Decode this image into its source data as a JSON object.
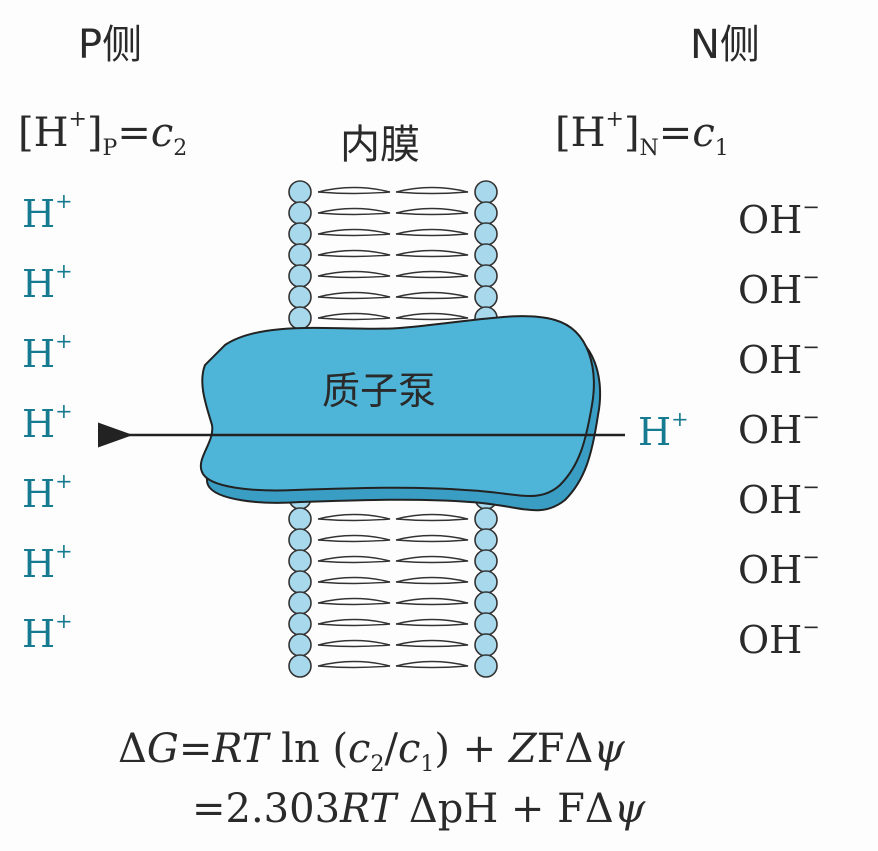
{
  "labels": {
    "p_side": "P侧",
    "n_side": "N侧",
    "membrane": "内膜",
    "pump": "质子泵"
  },
  "concentrations": {
    "p": {
      "bracket_open": "[H",
      "charge": "+",
      "bracket_close": "]",
      "sub": "P",
      "eq": "=",
      "var": "c",
      "var_sub": "2"
    },
    "n": {
      "bracket_open": "[H",
      "charge": "+",
      "bracket_close": "]",
      "sub": "N",
      "eq": "=",
      "var": "c",
      "var_sub": "1"
    }
  },
  "ions": {
    "left_h": [
      "H",
      "H",
      "H",
      "H",
      "H",
      "H",
      "H"
    ],
    "left_charge": "+",
    "right_oh": [
      "OH",
      "OH",
      "OH",
      "OH",
      "OH",
      "OH",
      "OH"
    ],
    "right_charge": "−",
    "pumped_h": "H",
    "pumped_charge": "+"
  },
  "formula": {
    "line1": {
      "delta": "Δ",
      "G": "G",
      "eq": "=",
      "RT": "RT",
      "ln": " ln (",
      "c2": "c",
      "c2sub": "2",
      "slash": "/",
      "c1": "c",
      "c1sub": "1",
      "close": ") + ",
      "Z": "Z",
      "F": "FΔ",
      "psi": "ψ"
    },
    "line2": {
      "eq": "=2.303",
      "RT": "RT",
      "rest": " ΔpH + FΔ",
      "psi": "ψ"
    }
  },
  "colors": {
    "proton": "#167b90",
    "pump_fill": "#4fb5d8",
    "lipid_head": "#a8d8ec"
  }
}
